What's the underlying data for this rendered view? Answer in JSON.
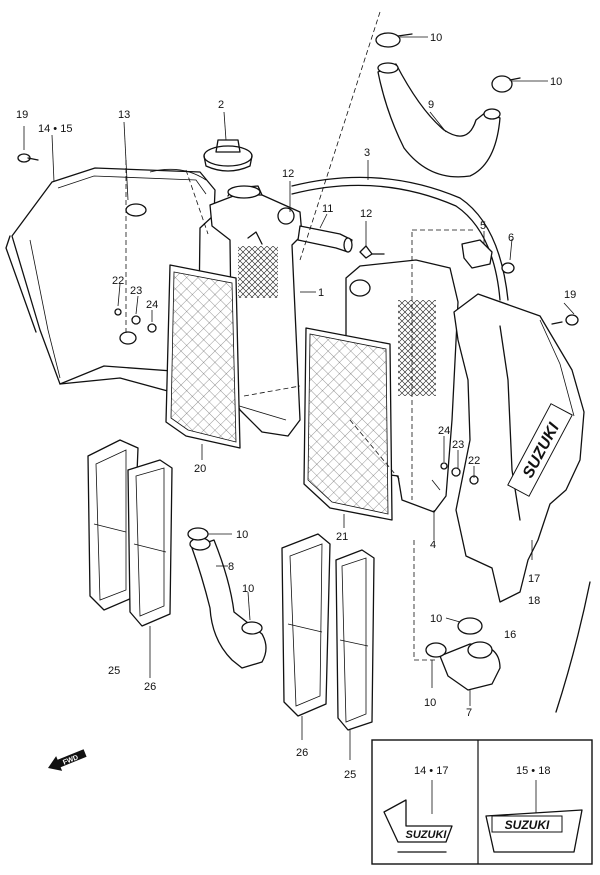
{
  "callouts": {
    "c1": "1",
    "c2": "2",
    "c3": "3",
    "c4": "4",
    "c5": "5",
    "c6": "6",
    "c7": "7",
    "c8": "8",
    "c9": "9",
    "c10a": "10",
    "c10b": "10",
    "c10c": "10",
    "c10d": "10",
    "c10e": "10",
    "c10f": "10",
    "c11": "11",
    "c12a": "12",
    "c12b": "12",
    "c13": "13",
    "c14_15": "14 • 15",
    "c16": "16",
    "c17_18": "17",
    "c18": "18",
    "c19a": "19",
    "c19b": "19",
    "c20": "20",
    "c21": "21",
    "c22a": "22",
    "c22b": "22",
    "c23a": "23",
    "c23b": "23",
    "c24a": "24",
    "c24b": "24",
    "c25a": "25",
    "c25b": "25",
    "c26a": "26",
    "c26b": "26"
  },
  "inset": {
    "left_label": "14 • 17",
    "right_label": "15 • 18",
    "left_logo": "SUZUKI",
    "right_logo": "SUZUKI"
  },
  "shroud_logo": "SUZUKI",
  "fwd_label": "FWD"
}
